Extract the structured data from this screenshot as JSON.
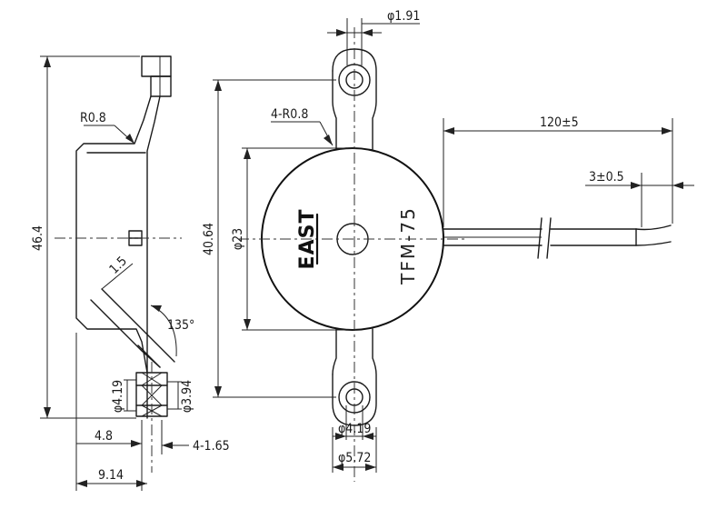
{
  "part": {
    "brand": "EAST",
    "model": "TFM-75"
  },
  "dimensions": {
    "top_hole_dia": "φ1.91",
    "corner_radius": "4-R0.8",
    "lead_length": "120±5",
    "strip_length": "3±0.5",
    "mount_span": "40.64",
    "body_dia": "φ23",
    "hole_dia_front": "φ4.19",
    "pad_dia": "φ5.72",
    "side_bend_radius": "R0.8",
    "overall_height": "46.4",
    "bend_length": "1.5",
    "bend_angle": "135°",
    "side_hole_dia": "φ4.19",
    "side_pin_dia": "φ3.94",
    "side_width_a": "4.8",
    "side_thickness": "4-1.65",
    "side_depth": "9.14"
  }
}
